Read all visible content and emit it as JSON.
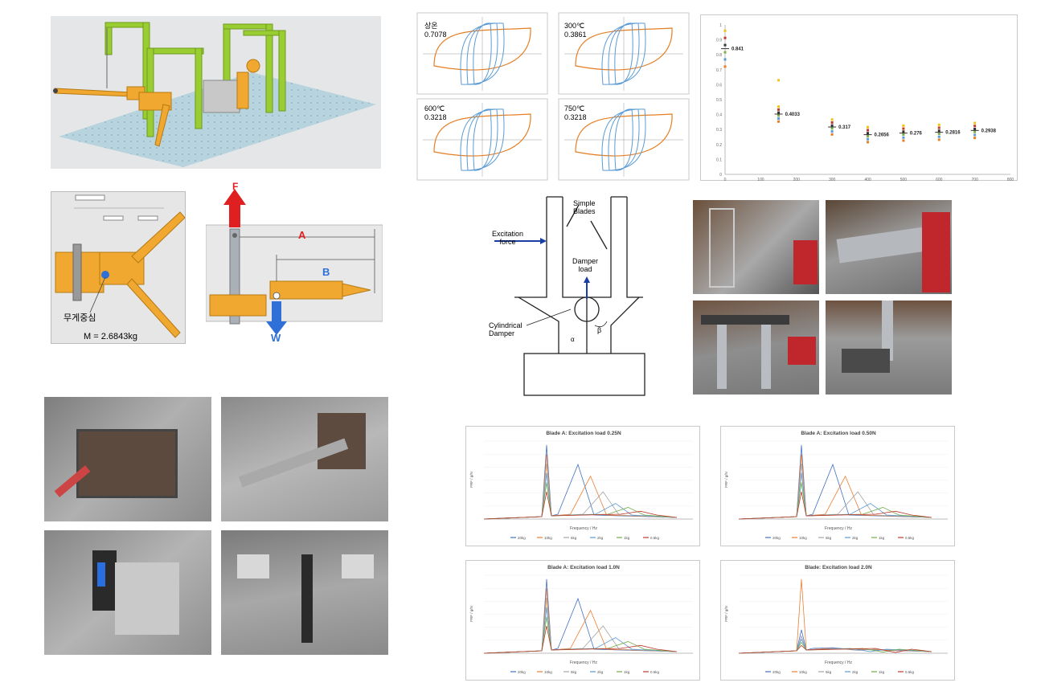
{
  "cad_rig": {},
  "cog_view": {
    "cog_label": "무게중심",
    "mass_label": "M = 2.6843kg"
  },
  "force_diagram": {
    "force_f": "F",
    "dim_a": "A",
    "dim_b": "B",
    "weight_w": "W"
  },
  "hysteresis": {
    "panels": [
      {
        "line1": "상온",
        "line2": "0.7078"
      },
      {
        "line1": "300℃",
        "line2": "0.3861"
      },
      {
        "line1": "600℃",
        "line2": "0.3218"
      },
      {
        "line1": "750℃",
        "line2": "0.3218"
      }
    ]
  },
  "scatter": {
    "labels": [
      "0.841",
      "0.4033",
      "0.317",
      "0.2656",
      "0.276",
      "0.2816",
      "0.2938"
    ],
    "xticks": [
      "0",
      "100",
      "200",
      "300",
      "400",
      "500",
      "600",
      "700",
      "800"
    ],
    "yticks": [
      "0",
      "0.1",
      "0.2",
      "0.3",
      "0.4",
      "0.5",
      "0.6",
      "0.7",
      "0.8",
      "0.9",
      "1"
    ]
  },
  "damper_schematic": {
    "excitation_line1": "Excitation",
    "excitation_line2": "force",
    "blades_line1": "Simple",
    "blades_line2": "Blades",
    "damper_line1": "Damper",
    "damper_line2": "load",
    "cyl_line1": "Cylindrical",
    "cyl_line2": "Damper",
    "beta": "β",
    "alpha": "α"
  },
  "frf_charts": [
    {
      "title": "Blade A: Excitation load 0.25N",
      "xlabel": "Frequency / Hz",
      "ylabel": "FRF / g/N",
      "legend": [
        "20kg",
        "10kg",
        "5kg",
        "2kg",
        "1kg",
        "0.5kg"
      ]
    },
    {
      "title": "Blade A: Excitation load 0.50N",
      "xlabel": "Frequency / Hz",
      "ylabel": "FRF / g/N",
      "legend": [
        "20kg",
        "10kg",
        "5kg",
        "2kg",
        "1kg",
        "0.5kg"
      ]
    },
    {
      "title": "Blade A: Excitation load 1.0N",
      "xlabel": "Frequency / Hz",
      "ylabel": "FRF / g/N",
      "legend": [
        "20kg",
        "10kg",
        "5kg",
        "2kg",
        "1kg",
        "0.5kg"
      ]
    },
    {
      "title": "Blade: Excitation load 2.0N",
      "xlabel": "Frequency / Hz",
      "ylabel": "FRF / g/N",
      "legend": [
        "20kg",
        "10kg",
        "5kg",
        "2kg",
        "1kg",
        "0.5kg"
      ]
    }
  ],
  "colors": {
    "orange": "#e67e22",
    "blue": "#5b9bd5",
    "green_frame": "#9acd32",
    "cad_orange": "#f0a830",
    "red_arrow": "#e02020",
    "blue_arrow": "#2e6fd8"
  }
}
